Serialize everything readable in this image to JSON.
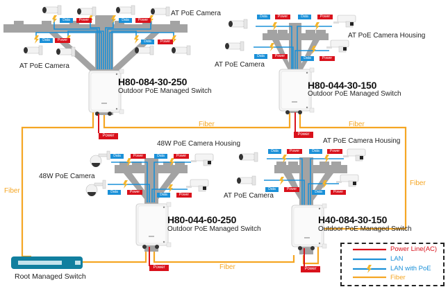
{
  "colors": {
    "fiber": "#f5a623",
    "lan": "#1a90d8",
    "power": "#d9111b",
    "pole": "#a3a3a3",
    "switch_root": "#117f9f"
  },
  "groups": [
    {
      "model": "H80-084-30-250",
      "subtitle": "Outdoor PoE Managed Switch",
      "camera_labels": [
        "AT PoE Camera",
        "AT PoE Camera"
      ]
    },
    {
      "model": "H80-044-30-150",
      "subtitle": "Outdoor PoE Managed Switch",
      "camera_labels": [
        "AT PoE Camera Housing",
        "AT PoE Camera"
      ]
    },
    {
      "model": "H80-044-60-250",
      "subtitle": "Outdoor PoE Managed Switch",
      "camera_labels": [
        "48W PoE Camera Housing",
        "48W PoE Camera"
      ]
    },
    {
      "model": "H40-084-30-150",
      "subtitle": "Outdoor PoE Managed Switch",
      "camera_labels": [
        "AT PoE Camera Housing",
        "AT PoE Camera"
      ]
    }
  ],
  "tags": {
    "data": "Data",
    "power": "Power"
  },
  "fiber_label": "Fiber",
  "root_switch": {
    "label": "Root Managed Switch"
  },
  "legend": [
    {
      "label": "Power Line(AC)",
      "type": "power"
    },
    {
      "label": "LAN",
      "type": "lan"
    },
    {
      "label": "LAN with PoE",
      "type": "lan-poe"
    },
    {
      "label": "Fiber",
      "type": "fiber"
    }
  ]
}
